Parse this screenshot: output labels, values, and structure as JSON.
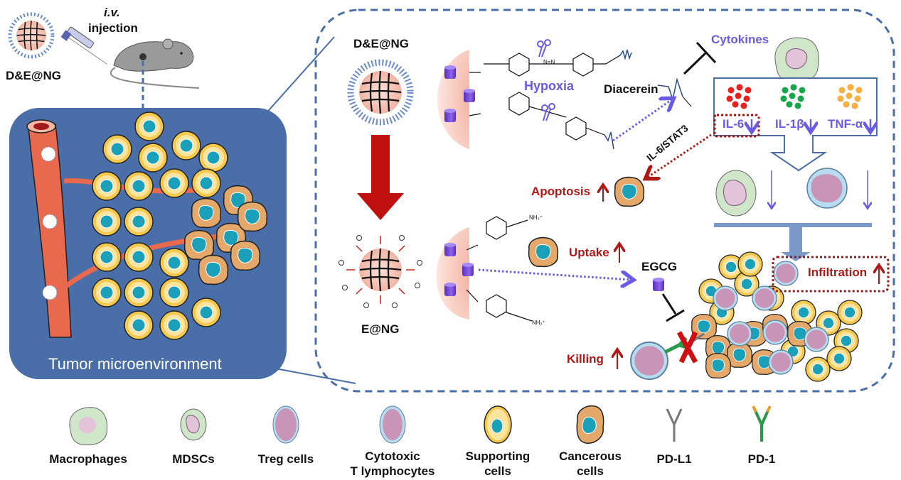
{
  "colors": {
    "panel_blue": "#4a6ea8",
    "dashed_border": "#4a6ea8",
    "purple_text": "#6a5ae6",
    "dark_red": "#b01818",
    "supporting_cell": "#f5c94e",
    "cancer_cell": "#e4a96a",
    "nucleus": "#1aa0b8",
    "vessel": "#e8694e",
    "il6_dots": "#e82020",
    "il1b_dots": "#18a64a",
    "tnfa_dots": "#f5b040"
  },
  "top_left": {
    "nanogel_label": "D&E@NG",
    "injection_route": "i.v.",
    "injection_label": "injection"
  },
  "tme_panel": {
    "title": "Tumor microenvironment"
  },
  "detail": {
    "nanogel_top_label": "D&E@NG",
    "nanogel_bottom_label": "E@NG",
    "hypoxia_label": "Hypoxia",
    "diacerein_label": "Diacerein",
    "cytokines_label": "Cytokines",
    "cytokines": [
      {
        "name": "IL-6",
        "trend": "↓"
      },
      {
        "name": "IL-1β",
        "trend": "↓"
      },
      {
        "name": "TNF-α",
        "trend": "↓"
      }
    ],
    "pathway_label": "IL-6/STAT3",
    "apoptosis_label": "Apoptosis",
    "uptake_label": "Uptake",
    "egcg_label": "EGCG",
    "killing_label": "Killing",
    "infiltration_label": "Infiltration",
    "chem_nh3": "NH₃⁺",
    "chem_nh2": "NH₂⁺",
    "chem_azo": "N=N",
    "up_arrow": "↑"
  },
  "legend": [
    {
      "key": "macrophages",
      "label": "Macrophages"
    },
    {
      "key": "mdscs",
      "label": "MDSCs"
    },
    {
      "key": "treg",
      "label": "Treg cells"
    },
    {
      "key": "ctl",
      "label": "Cytotoxic\nT lymphocytes"
    },
    {
      "key": "supporting",
      "label": "Supporting\ncells"
    },
    {
      "key": "cancerous",
      "label": "Cancerous\ncells"
    },
    {
      "key": "pdl1",
      "label": "PD-L1"
    },
    {
      "key": "pd1",
      "label": "PD-1"
    }
  ]
}
